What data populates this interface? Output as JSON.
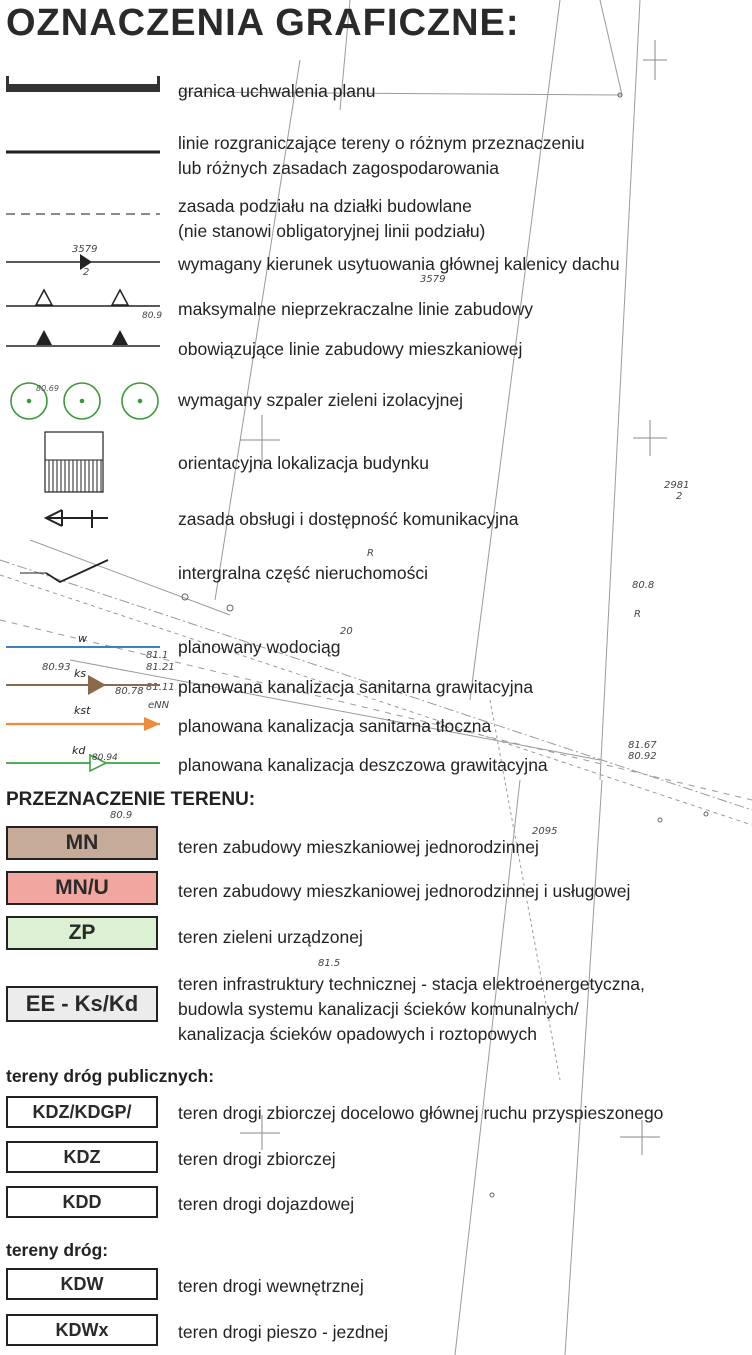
{
  "title": "OZNACZENIA GRAFICZNE:",
  "graphic_legend": [
    {
      "label": "granica uchwalenia planu",
      "icon": "plan-boundary-thick-line"
    },
    {
      "label": "linie rozgraniczające tereny o różnym przeznaczeniu\nlub różnych zasadach zagospodarowania",
      "icon": "dividing-line"
    },
    {
      "label": "zasada podziału na działki budowlane\n(nie stanowi obligatoryjnej linii podziału)",
      "icon": "dashed-line"
    },
    {
      "label": "wymagany kierunek usytuowania głównej kalenicy dachu",
      "icon": "roof-ridge-arrow"
    },
    {
      "label": "maksymalne nieprzekraczalne linie zabudowy",
      "icon": "open-triangle-line"
    },
    {
      "label": "obowiązujące linie zabudowy mieszkaniowej",
      "icon": "filled-triangle-line"
    },
    {
      "label": "wymagany szpaler zieleni izolacyjnej",
      "icon": "green-circles"
    },
    {
      "label": "orientacyjna lokalizacja budynku",
      "icon": "building-hatch"
    },
    {
      "label": "zasada obsługi i dostępność komunikacyjna",
      "icon": "access-arrow"
    },
    {
      "label": "intergralna część nieruchomości",
      "icon": "integral-part-hook"
    },
    {
      "label": "planowany wodociąg",
      "icon": "water-line",
      "line_text": "w",
      "color": "#3d7fc4"
    },
    {
      "label": "planowana kanalizacja sanitarna grawitacyjna",
      "icon": "sewer-gravity-line",
      "line_text": "ks",
      "color": "#8a6a4a"
    },
    {
      "label": "planowana kanalizacja sanitarna tłoczna",
      "icon": "sewer-pressure-line",
      "line_text": "kst",
      "color": "#f08a3c"
    },
    {
      "label": "planowana kanalizacja deszczowa grawitacyjna",
      "icon": "storm-drain-line",
      "line_text": "kd",
      "color": "#3fa33f"
    }
  ],
  "land_use_heading": "PRZEZNACZENIE TERENU:",
  "land_use": [
    {
      "code": "MN",
      "label": "teren zabudowy mieszkaniowej jednorodzinnej",
      "color": "#c6ab98"
    },
    {
      "code": "MN/U",
      "label": "teren zabudowy mieszkaniowej jednorodzinnej i usługowej",
      "color": "#f1a7a0"
    },
    {
      "code": "ZP",
      "label": "teren zieleni urządzonej",
      "color": "#dcf1d3"
    },
    {
      "code": "EE - Ks/Kd",
      "label": "teren infrastruktury technicznej - stacja elektroenergetyczna,\nbudowla systemu kanalizacji ścieków komunalnych/\nkanalizacja ścieków opadowych i roztopowych",
      "color": "#ececec"
    }
  ],
  "public_roads_heading": "tereny dróg publicznych:",
  "public_roads": [
    {
      "code": "KDZ/KDGP/",
      "label": "teren drogi zbiorczej docelowo głównej ruchu przyspieszonego"
    },
    {
      "code": "KDZ",
      "label": "teren drogi zbiorczej"
    },
    {
      "code": "KDD",
      "label": "teren drogi dojazdowej"
    }
  ],
  "roads_heading": "tereny dróg:",
  "roads": [
    {
      "code": "KDW",
      "label": "teren drogi wewnętrznej"
    },
    {
      "code": "KDWx",
      "label": "teren drogi pieszo - jezdnej"
    }
  ],
  "map_annotations": [
    "3579",
    "2",
    "80.9",
    "80.69",
    "2981",
    "2",
    "R",
    "80.8",
    "R",
    "81.1",
    "81.21",
    "80.93",
    "80.78",
    "81.11",
    "eNN",
    "20",
    "81.67",
    "80.92",
    "2095",
    "80.9",
    "81.5",
    "80.94"
  ]
}
